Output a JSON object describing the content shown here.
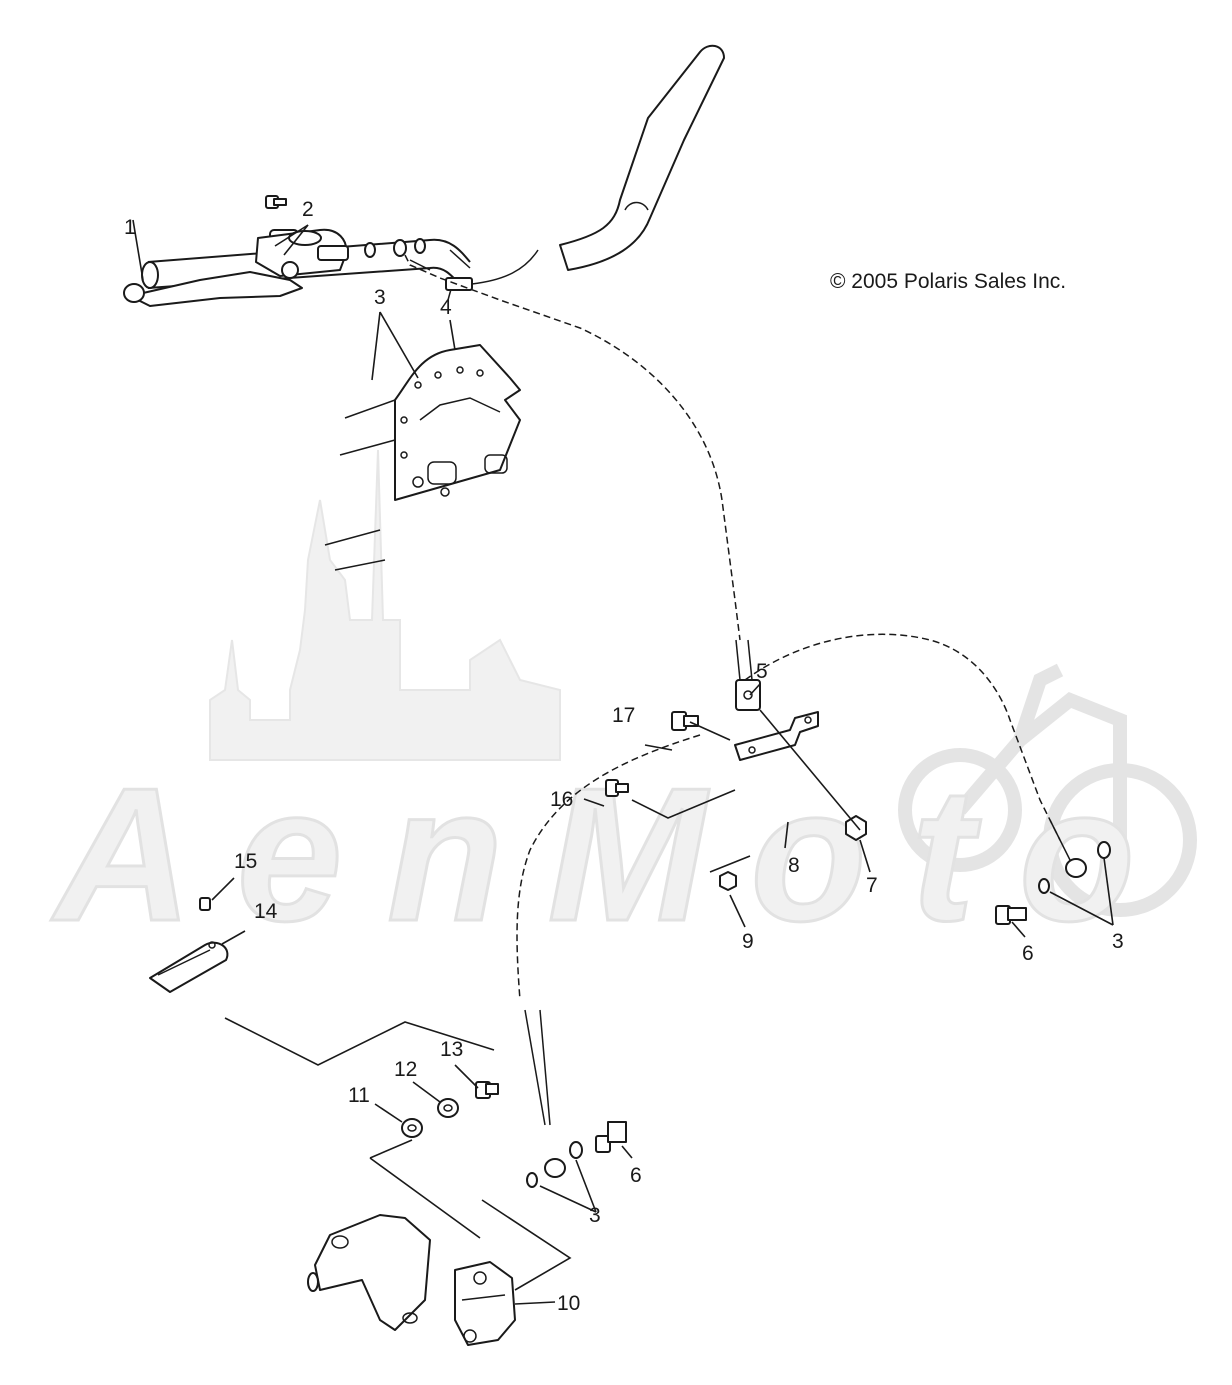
{
  "copyright": "© 2005 Polaris Sales Inc.",
  "watermark": {
    "text": "AenMoto",
    "fill_color": "#f1f1f1",
    "stroke_color": "#e2e2e2"
  },
  "callouts": {
    "c1": "1",
    "c2": "2",
    "c3a": "3",
    "c3b": "3",
    "c3c": "3",
    "c4": "4",
    "c5": "5",
    "c6a": "6",
    "c6b": "6",
    "c7": "7",
    "c8": "8",
    "c9": "9",
    "c10": "10",
    "c11": "11",
    "c12": "12",
    "c13": "13",
    "c14": "14",
    "c15": "15",
    "c16": "16",
    "c17": "17"
  },
  "colors": {
    "line": "#1a1a1a",
    "background": "#ffffff"
  }
}
